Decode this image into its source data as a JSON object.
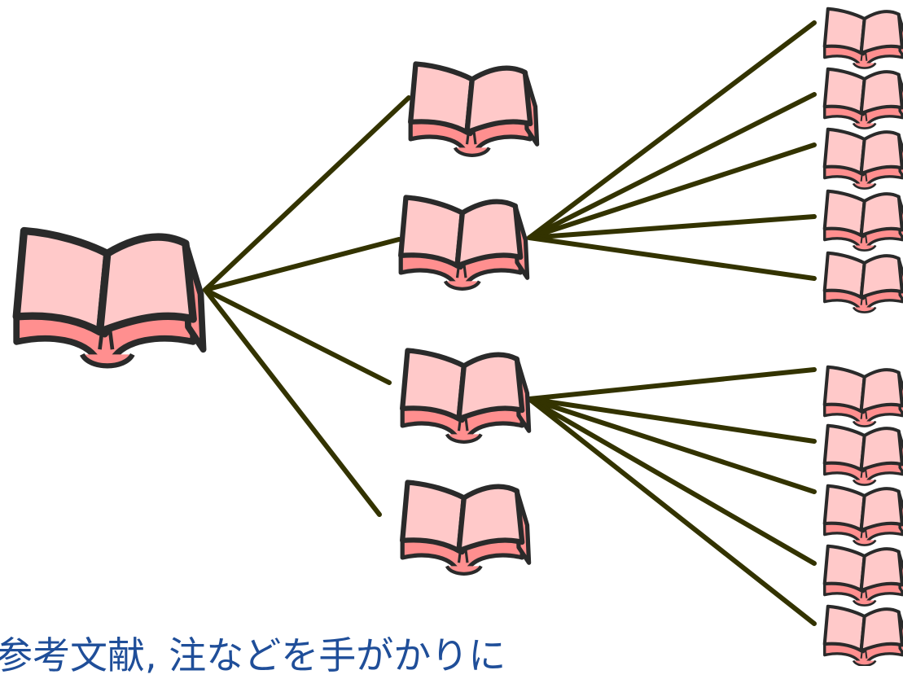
{
  "caption": "参考文献, 注などを手がかりに",
  "colors": {
    "line": "#333300",
    "book_page": "#ffc9c9",
    "book_cover": "#ff8f8f",
    "book_outline": "#2a2a2a",
    "caption": "#1f4e99"
  },
  "diagram": {
    "description_nodes": [
      {
        "id": "root",
        "icon": "book-icon"
      },
      {
        "id": "l1-a",
        "icon": "book-icon"
      },
      {
        "id": "l1-b",
        "icon": "book-icon"
      },
      {
        "id": "l1-c",
        "icon": "book-icon"
      },
      {
        "id": "l1-d",
        "icon": "book-icon"
      },
      {
        "id": "l2-b1",
        "icon": "book-icon"
      },
      {
        "id": "l2-b2",
        "icon": "book-icon"
      },
      {
        "id": "l2-b3",
        "icon": "book-icon"
      },
      {
        "id": "l2-b4",
        "icon": "book-icon"
      },
      {
        "id": "l2-b5",
        "icon": "book-icon"
      },
      {
        "id": "l2-c1",
        "icon": "book-icon"
      },
      {
        "id": "l2-c2",
        "icon": "book-icon"
      },
      {
        "id": "l2-c3",
        "icon": "book-icon"
      },
      {
        "id": "l2-c4",
        "icon": "book-icon"
      },
      {
        "id": "l2-c5",
        "icon": "book-icon"
      }
    ],
    "edges": [
      [
        "root",
        "l1-a"
      ],
      [
        "root",
        "l1-b"
      ],
      [
        "root",
        "l1-c"
      ],
      [
        "root",
        "l1-d"
      ],
      [
        "l1-b",
        "l2-b1"
      ],
      [
        "l1-b",
        "l2-b2"
      ],
      [
        "l1-b",
        "l2-b3"
      ],
      [
        "l1-b",
        "l2-b4"
      ],
      [
        "l1-b",
        "l2-b5"
      ],
      [
        "l1-c",
        "l2-c1"
      ],
      [
        "l1-c",
        "l2-c2"
      ],
      [
        "l1-c",
        "l2-c3"
      ],
      [
        "l1-c",
        "l2-c4"
      ],
      [
        "l1-c",
        "l2-c5"
      ]
    ]
  }
}
